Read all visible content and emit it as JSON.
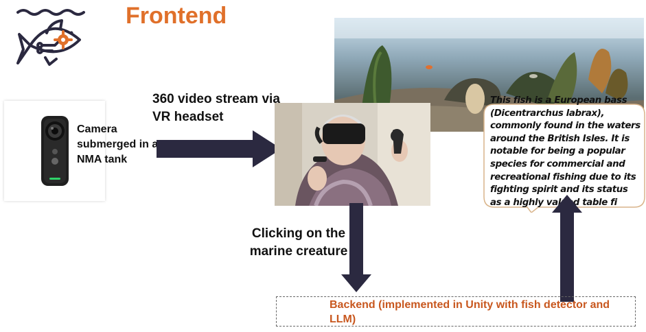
{
  "header": {
    "title": "Frontend",
    "logo_icon": "fish-circuit-icon"
  },
  "camera": {
    "label": "Camera submerged in an NMA tank",
    "icon": "360-camera-icon"
  },
  "stream": {
    "label": "360 video stream via VR headset"
  },
  "panorama": {
    "icon": "aquarium-panorama-image"
  },
  "headset_photo": {
    "icon": "vr-headset-user-photo"
  },
  "fish_info": {
    "text": "This fish is a European bass (Dicentrarchus labrax), commonly found in the waters around the British Isles. It is notable for being a popular species for commercial and recreational fishing due to its fighting spirit and its status as a highly valued table fi"
  },
  "click_action": {
    "label": "Clicking on the marine creature"
  },
  "backend": {
    "label": "Backend (implemented in Unity with fish detector and LLM)"
  },
  "colors": {
    "accent_orange": "#e0702a",
    "backend_orange": "#c8571e",
    "arrow_navy": "#2b2940",
    "bubble_border": "#d9b48a"
  }
}
